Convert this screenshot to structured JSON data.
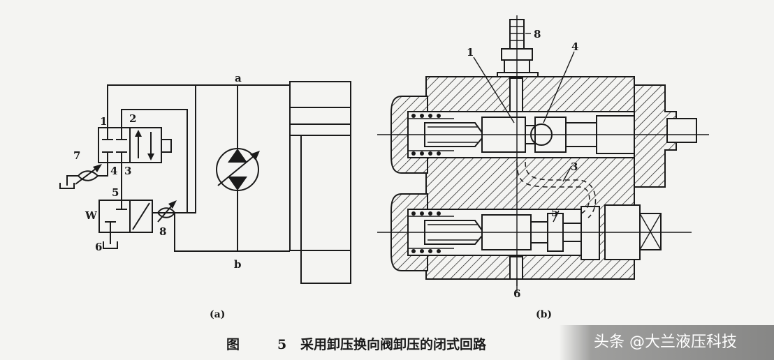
{
  "figure": {
    "caption_prefix": "图",
    "caption_number": "5",
    "caption_text": "采用卸压换向阀卸压的闭式回路"
  },
  "panel_a": {
    "sublabel": "(a)",
    "labels": {
      "a": "a",
      "b": "b",
      "n1": "1",
      "n2": "2",
      "n3": "3",
      "n4": "4",
      "n5": "5",
      "n6": "6",
      "n7": "7",
      "n8": "8",
      "spring": "W"
    }
  },
  "panel_b": {
    "sublabel": "(b)",
    "labels": {
      "n1": "1",
      "n3": "3",
      "n4": "4",
      "n5": "5",
      "n6": "6",
      "n8": "8"
    }
  },
  "watermark": {
    "text": "头条 @大兰液压科技"
  }
}
